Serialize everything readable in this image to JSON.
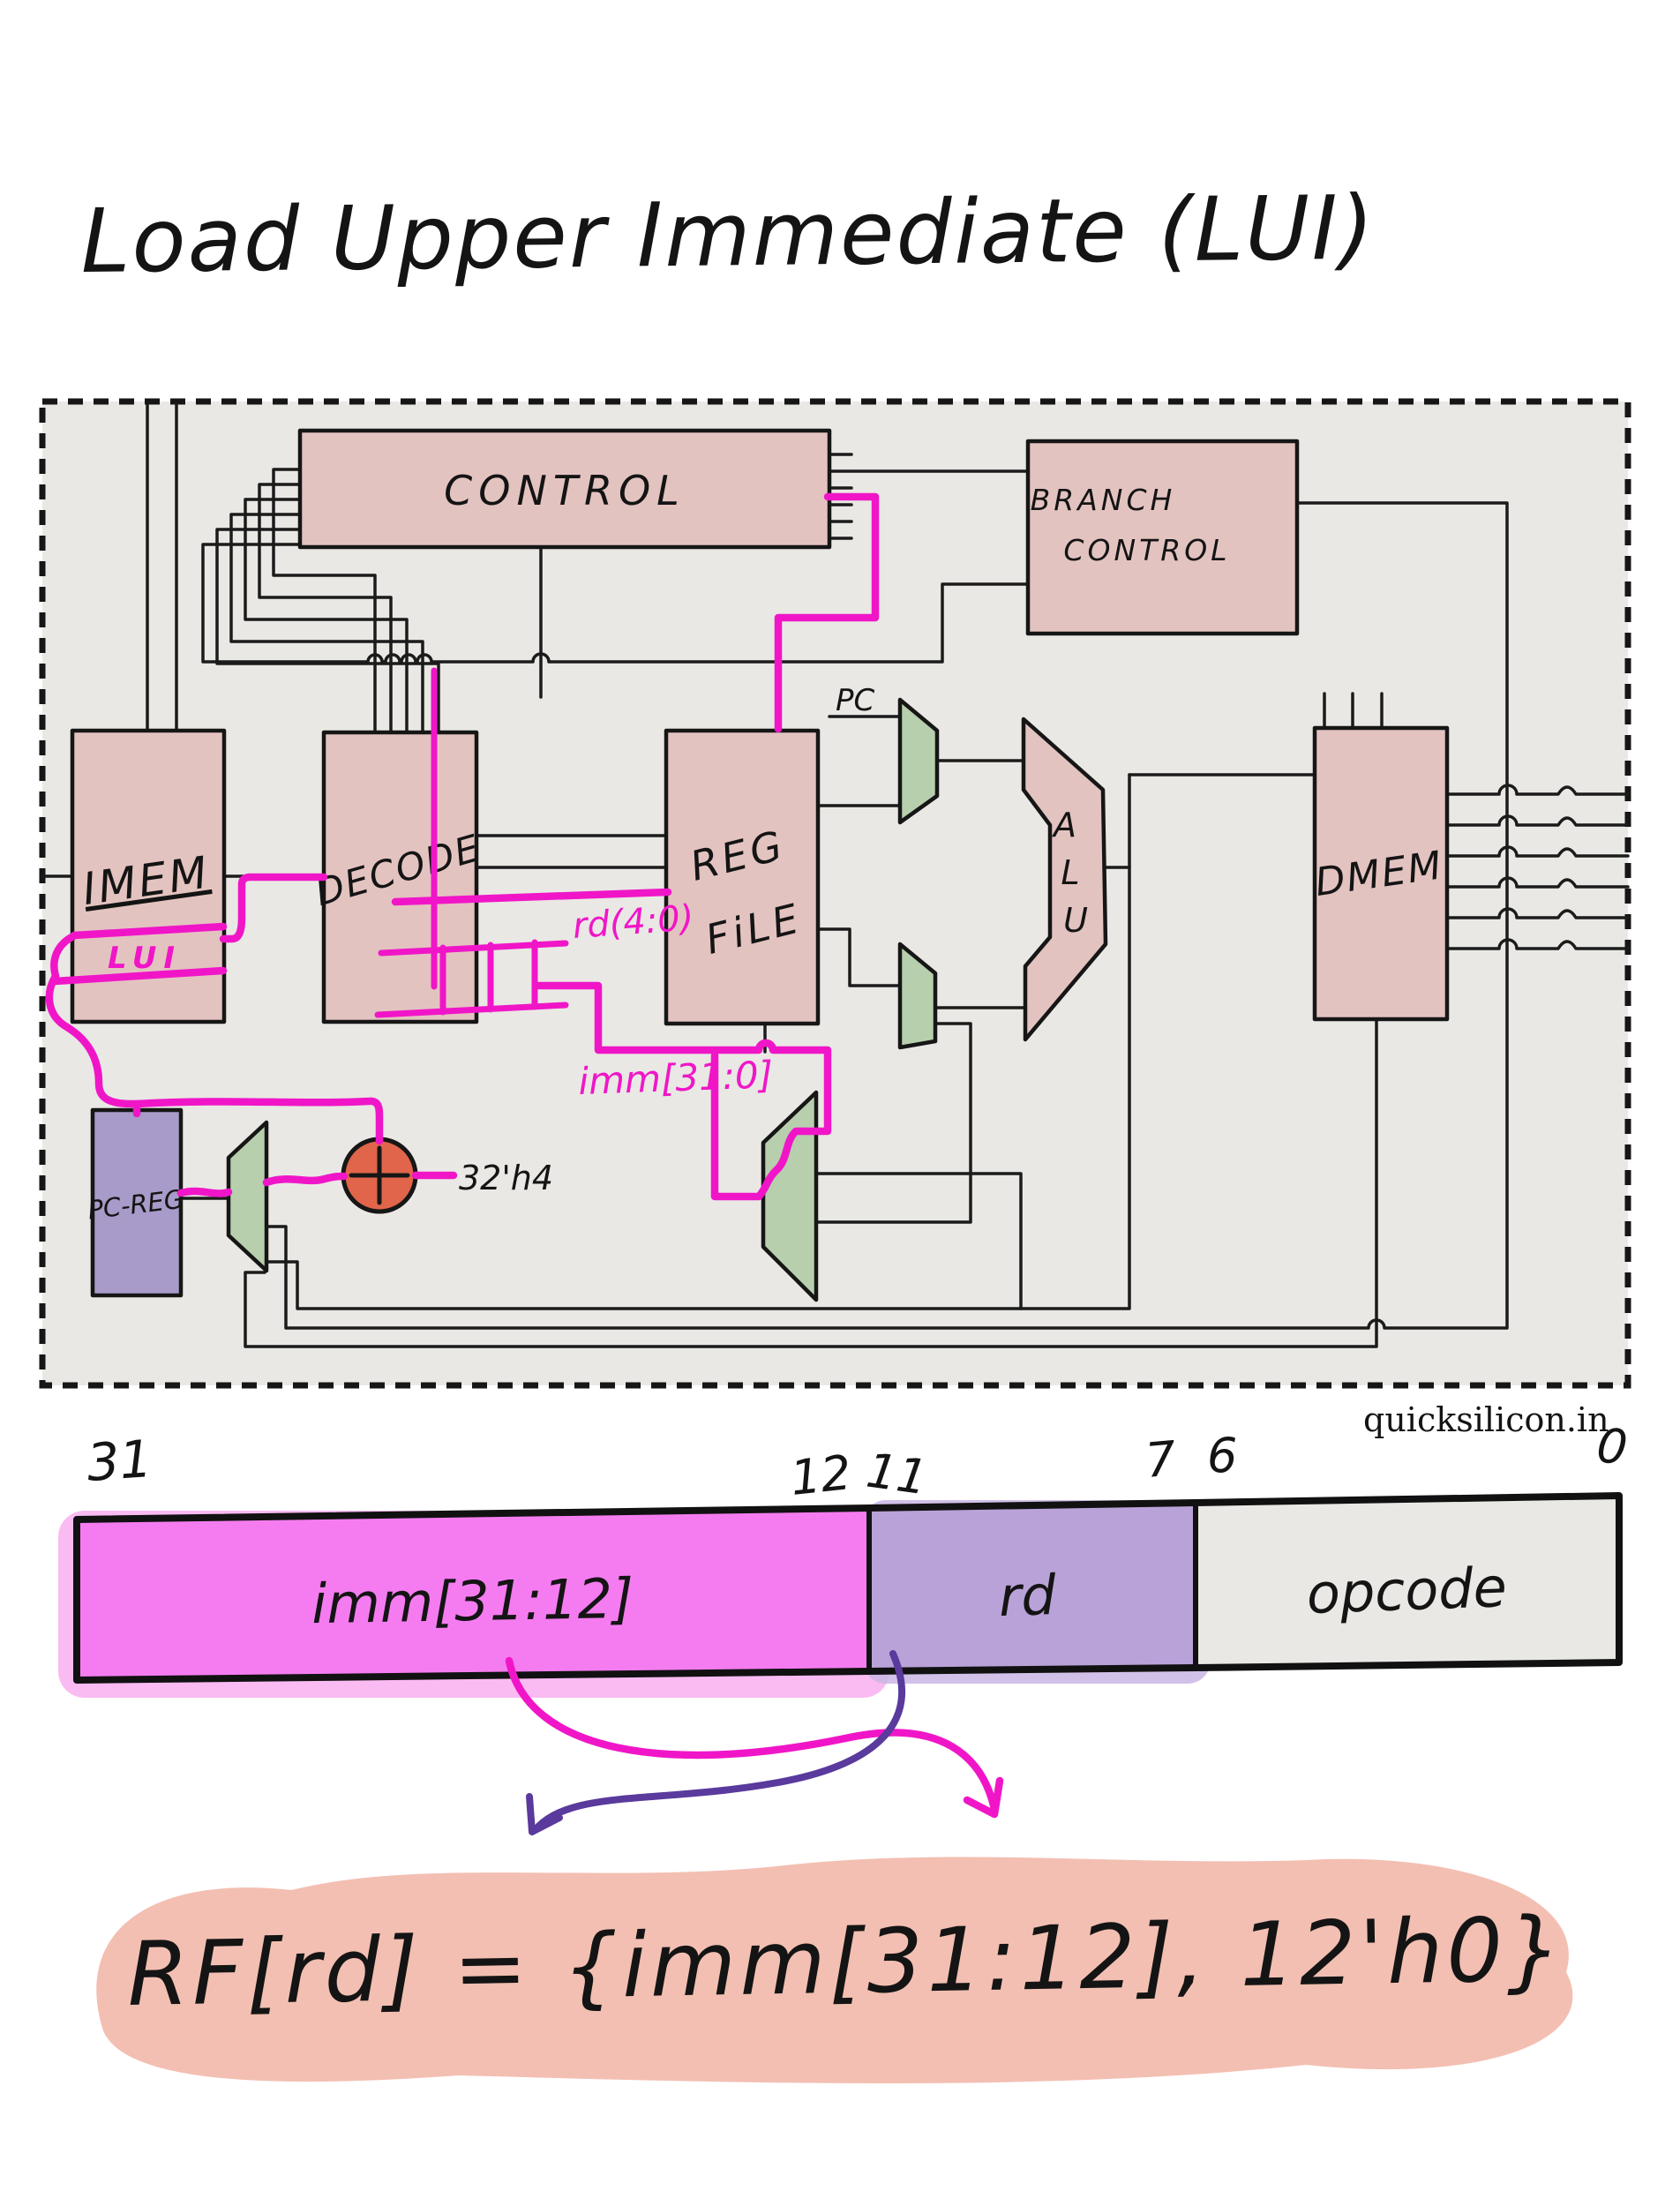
{
  "title": "Load Upper Immediate (LUI)",
  "watermark": "quicksilicon.in",
  "colors": {
    "block_pink": "#e3c3c0",
    "block_purple": "#a89bc9",
    "mux_green": "#b7cfad",
    "adder_red": "#e0654a",
    "highlight_magenta": "#f016c8",
    "imm_field_pink": "#f57cf0",
    "rd_field_purple": "#b9a2d8",
    "opcode_field_gray": "#e9e8e4",
    "equation_highlight": "#f3bfb2",
    "arrow_purple": "#5a3a9c",
    "diagram_bg": "#e9e8e4"
  },
  "datapath": {
    "control_label": "CONTROL",
    "branch_control_line1": "BRANCH",
    "branch_control_line2": "CONTROL",
    "imem_label": "IMEM",
    "lui_tag": "LUI",
    "decode_label": "DECODE",
    "regfile_line1": "REG",
    "regfile_line2": "FiLE",
    "pc_label": "PC",
    "alu_letters": [
      "A",
      "L",
      "U"
    ],
    "dmem_label": "DMEM",
    "pcreg_label": "PC-REG",
    "rd_wire_label": "rd(4:0)",
    "imm_wire_label": "imm[31:0]",
    "pc_step_label": "32'h4"
  },
  "encoding": {
    "bit_labels": [
      "31",
      "12",
      "11",
      "7",
      "6",
      "0"
    ],
    "fields": [
      {
        "name": "imm[31:12]",
        "color": "#f57cf0"
      },
      {
        "name": "rd",
        "color": "#b9a2d8"
      },
      {
        "name": "opcode",
        "color": "#e9e8e4"
      }
    ]
  },
  "equation": "RF[rd] = {imm[31:12], 12'h0}"
}
